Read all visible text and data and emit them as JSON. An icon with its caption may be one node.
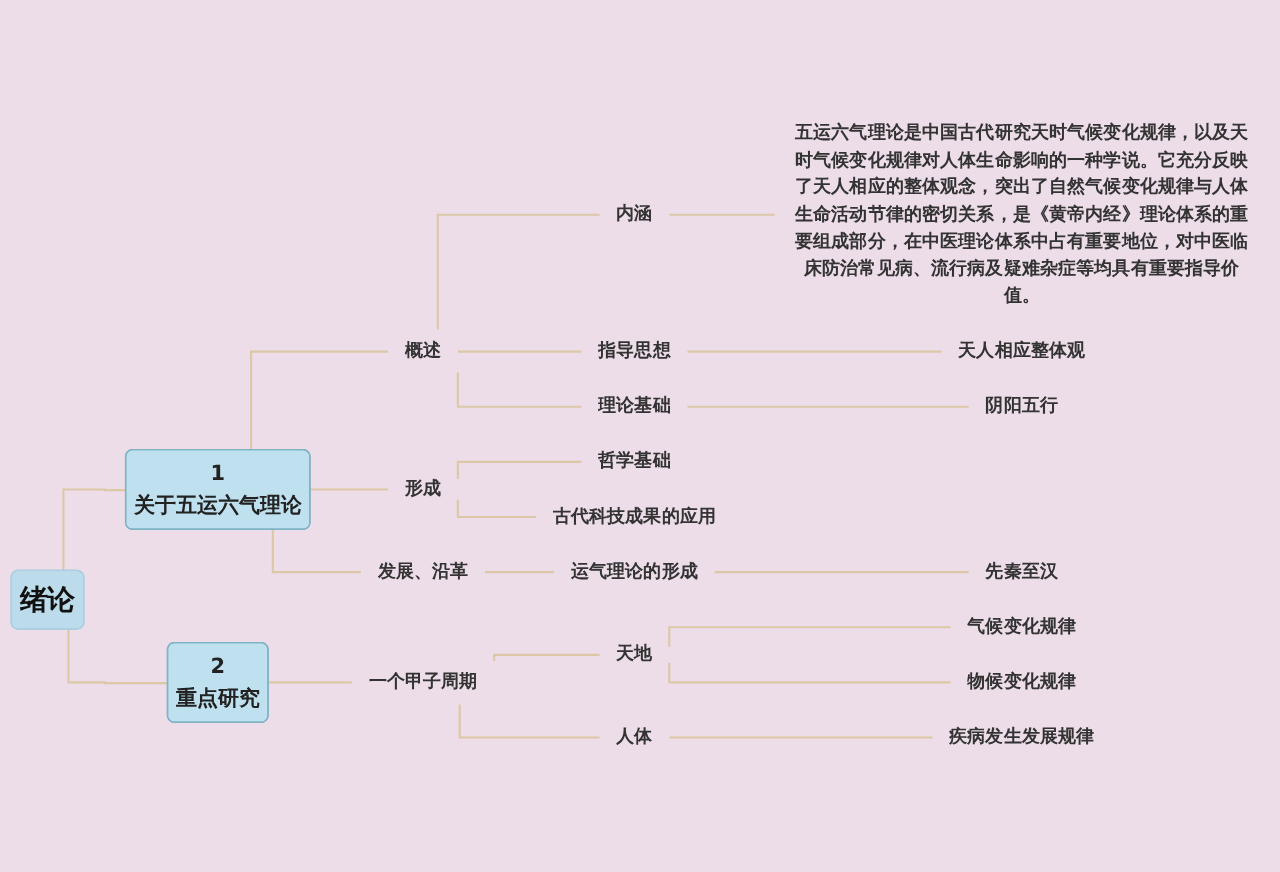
{
  "diagram": {
    "nodes": [
      {
        "text": [
          "绪论"
        ]
      },
      {
        "text": [
          "1",
          "关于五运六气理论"
        ]
      },
      {
        "text": [
          "概述"
        ]
      },
      {
        "text": [
          "内涵"
        ]
      },
      {
        "text": [
          "五运六气理论是中国古代研究天时气候变化规律，以及天时气候变化规律对人体生命影响的一种学说。它充分反映了天人相应的整体观念，突出了自然气候变化规律与人体生命活动节律的密切关系，是《黄帝内经》理论体系的重要组成部分，在中医理论体系中占有重要地位，对中医临床防治常见病、流行病及疑难杂症等均具有重要指导价值。"
        ]
      },
      {
        "text": [
          "指导思想"
        ]
      },
      {
        "text": [
          "天人相应整体观"
        ]
      },
      {
        "text": [
          "理论基础"
        ]
      },
      {
        "text": [
          "阴阳五行"
        ]
      },
      {
        "text": [
          "形成"
        ]
      },
      {
        "text": [
          "哲学基础"
        ]
      },
      {
        "text": [
          "古代科技成果的应用"
        ]
      },
      {
        "text": [
          "发展、沿革"
        ]
      },
      {
        "text": [
          "运气理论的形成"
        ]
      },
      {
        "text": [
          "先秦至汉"
        ]
      },
      {
        "text": [
          "2",
          "重点研究"
        ]
      },
      {
        "text": [
          "一个甲子周期"
        ]
      },
      {
        "text": [
          "天地"
        ]
      },
      {
        "text": [
          "气候变化规律"
        ]
      },
      {
        "text": [
          "物候变化规律"
        ]
      },
      {
        "text": [
          "人体"
        ]
      },
      {
        "text": [
          "疾病发生发展规律"
        ]
      }
    ],
    "edges": [
      {
        "from": 0,
        "to": 1,
        "arrow": "none"
      },
      {
        "from": 1,
        "to": 2,
        "arrow": "none"
      },
      {
        "from": 2,
        "to": 3,
        "arrow": "none"
      },
      {
        "from": 3,
        "to": 4,
        "arrow": "none"
      },
      {
        "from": 2,
        "to": 5,
        "arrow": "none"
      },
      {
        "from": 5,
        "to": 6,
        "arrow": "none"
      },
      {
        "from": 2,
        "to": 7,
        "arrow": "none"
      },
      {
        "from": 7,
        "to": 8,
        "arrow": "none"
      },
      {
        "from": 1,
        "to": 9,
        "arrow": "none"
      },
      {
        "from": 9,
        "to": 10,
        "arrow": "none"
      },
      {
        "from": 9,
        "to": 11,
        "arrow": "none"
      },
      {
        "from": 1,
        "to": 12,
        "arrow": "none"
      },
      {
        "from": 12,
        "to": 13,
        "arrow": "none"
      },
      {
        "from": 13,
        "to": 14,
        "arrow": "none"
      },
      {
        "from": 0,
        "to": 15,
        "arrow": "none"
      },
      {
        "from": 15,
        "to": 16,
        "arrow": "none"
      },
      {
        "from": 16,
        "to": 17,
        "arrow": "none"
      },
      {
        "from": 17,
        "to": 18,
        "arrow": "none"
      },
      {
        "from": 17,
        "to": 19,
        "arrow": "none"
      },
      {
        "from": 16,
        "to": 20,
        "arrow": "none"
      },
      {
        "from": 20,
        "to": 21,
        "arrow": "none"
      }
    ]
  }
}
